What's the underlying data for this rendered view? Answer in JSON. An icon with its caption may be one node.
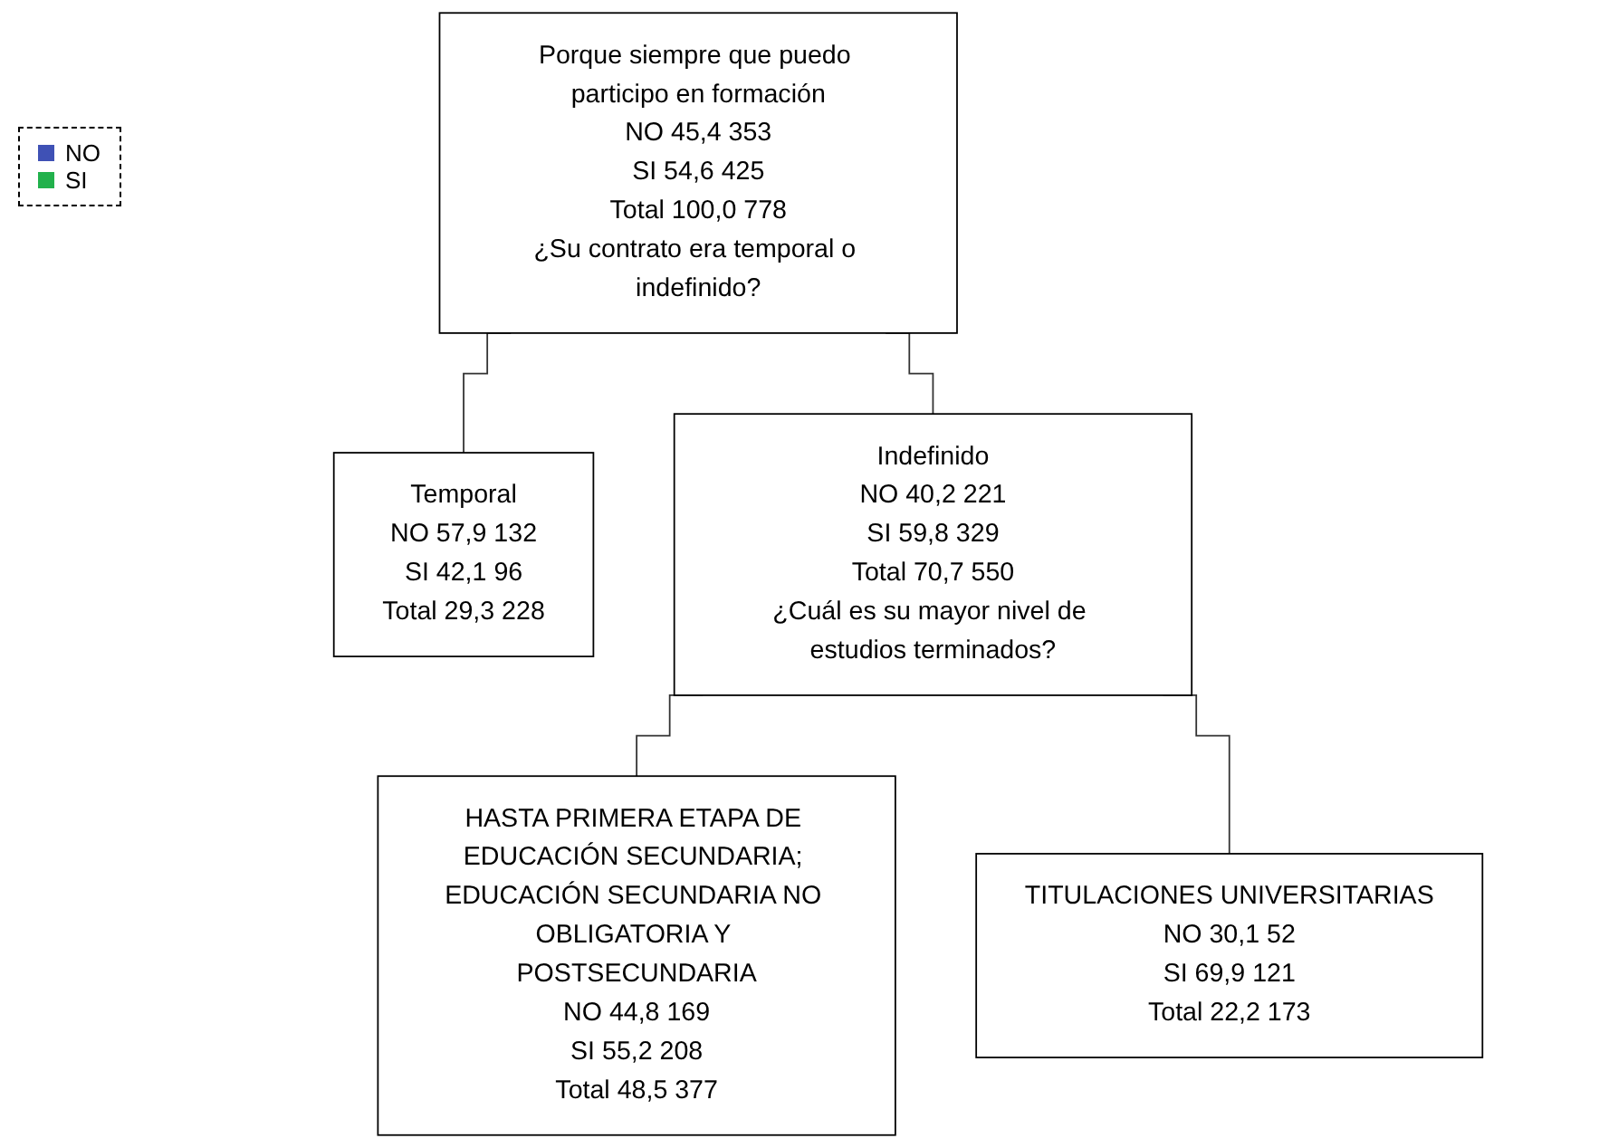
{
  "diagram": {
    "nodes": [
      {
        "text": [
          "Porque siempre que puedo participo en formación",
          "NO 45,4 353",
          "SI 54,6 425",
          "Total 100,0 778",
          "¿Su contrato era temporal o indefinido?"
        ]
      },
      {
        "text": [
          "Temporal",
          "NO 57,9 132",
          "SI 42,1 96",
          "Total 29,3 228"
        ]
      },
      {
        "text": [
          "Indefinido",
          "NO 40,2 221",
          "SI 59,8 329",
          "Total 70,7 550",
          "¿Cuál es su mayor nivel de estudios terminados?"
        ]
      },
      {
        "text": [
          "HASTA PRIMERA ETAPA DE EDUCACIÓN SECUNDARIA; EDUCACIÓN SECUNDARIA NO OBLIGATORIA Y POSTSECUNDARIA",
          "NO 44,8 169",
          "SI 55,2 208",
          "Total 48,5 377"
        ]
      },
      {
        "text": [
          "TITULACIONES UNIVERSITARIAS",
          "NO 30,1 52",
          "SI 69,9 121",
          "Total 22,2 173"
        ]
      }
    ],
    "edges": [
      {
        "from": 0,
        "to": 1,
        "arrow": "none"
      },
      {
        "from": 0,
        "to": 2,
        "arrow": "none"
      },
      {
        "from": 2,
        "to": 3,
        "arrow": "none"
      },
      {
        "from": 2,
        "to": 4,
        "arrow": "none"
      }
    ],
    "legend": [
      {
        "text": "NO",
        "color": "#3f51b5"
      },
      {
        "text": "SI",
        "color": "#22b14c"
      }
    ]
  }
}
